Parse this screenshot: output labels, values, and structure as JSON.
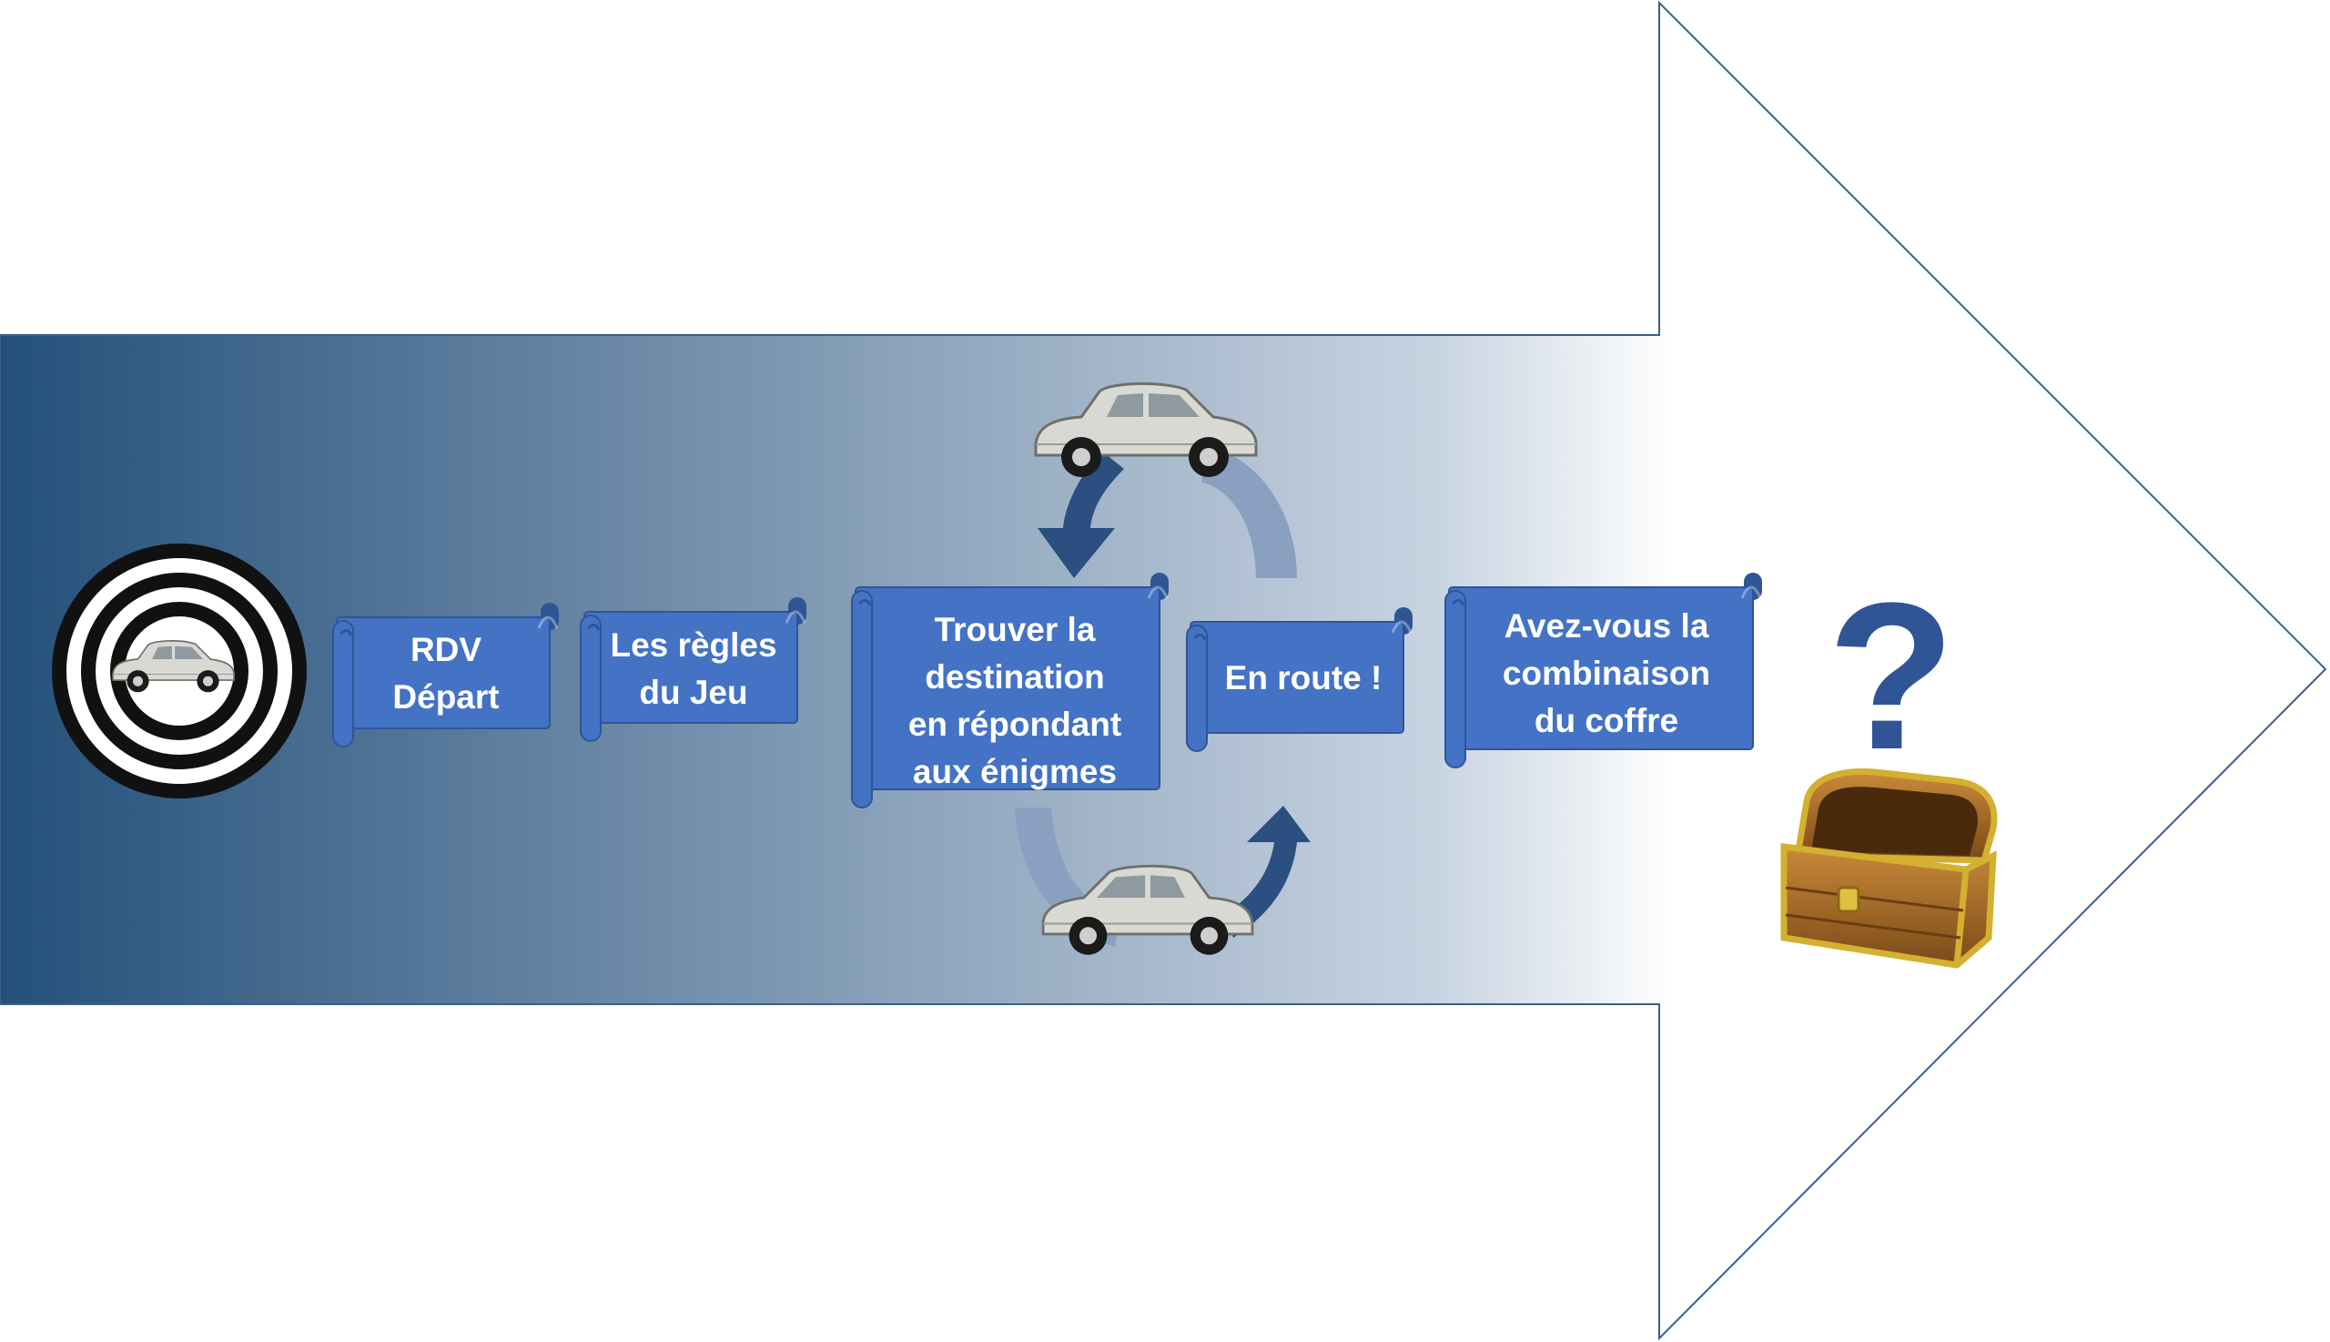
{
  "colors": {
    "gradient_dark": "#24507a",
    "gradient_light": "#ffffff",
    "arrow_outline": "#3a5f88",
    "scroll_fill": "#4472c4",
    "scroll_edge": "#2f5597",
    "cycle_arrow_dark": "#2a4f80",
    "cycle_arrow_light": "#8aa0c0",
    "question_mark": "#2f5597",
    "target_ring": "#111111"
  },
  "icons": {
    "target": "bullseye-target-icon",
    "car": "vintage-car-icon",
    "chest": "treasure-chest-icon",
    "question": "question-mark-icon"
  },
  "steps": [
    {
      "id": "rdv",
      "lines": [
        "RDV",
        "Départ"
      ]
    },
    {
      "id": "rules",
      "lines": [
        "Les règles",
        "du Jeu"
      ]
    },
    {
      "id": "find",
      "lines": [
        "Trouver la",
        "destination",
        "en répondant",
        "aux énigmes"
      ]
    },
    {
      "id": "route",
      "lines": [
        "En route !"
      ]
    },
    {
      "id": "combo",
      "lines": [
        "Avez-vous la",
        "combinaison",
        "du coffre"
      ]
    }
  ],
  "question_symbol": "?"
}
